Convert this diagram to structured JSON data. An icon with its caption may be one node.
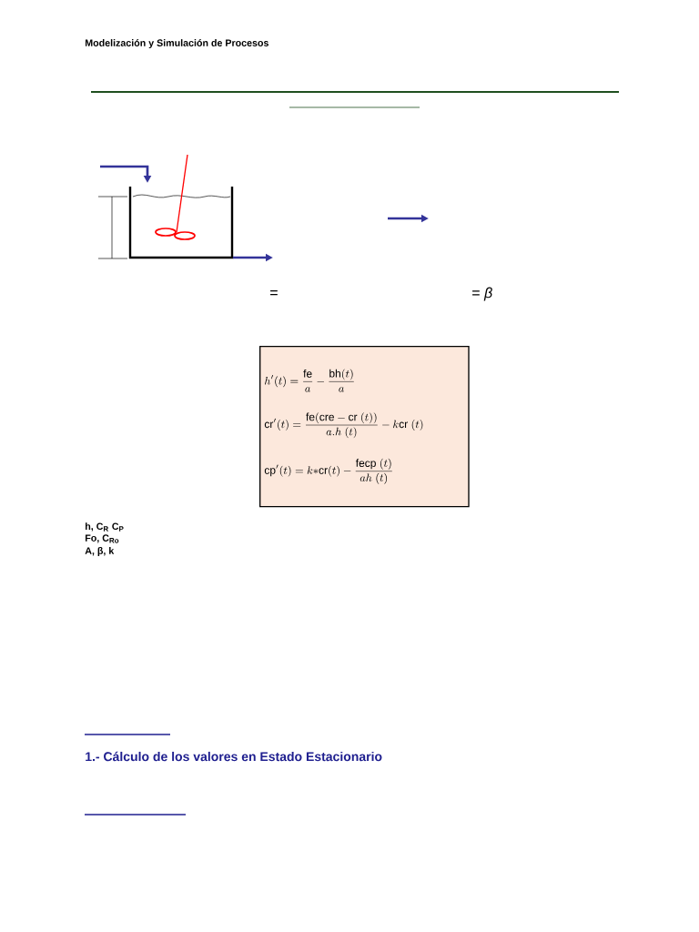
{
  "diagram": {
    "nodes": [
      {
        "text": [
          "h'(t)=\\frac{\\mathrm{fe}}{a}-\\frac{\\mathrm{bh}(t)}{a}",
          "\\mathrm{cr}'(t)=\\frac{\\mathrm{fe}(\\mathrm{cre}-\\mathrm{cr}\\ (t))}{a.h\\ (t)}-k\\mathrm{cr}\\ (t)",
          "\\mathrm{cp}'(t)=k{*}\\mathrm{cr}(t)-\\frac{\\mathrm{fecp}\\ (t)}{ah\\ (t)}"
        ]
      }
    ],
    "labels": [
      "Modelización y Simulación de Procesos",
      "=",
      "= *β*",
      "h, C$_{R}$ C$_{P}$",
      "Fo, C$_{Ro}$",
      "A, β, k",
      "1.- Cálculo de los valores en Estado Estacionario"
    ]
  }
}
